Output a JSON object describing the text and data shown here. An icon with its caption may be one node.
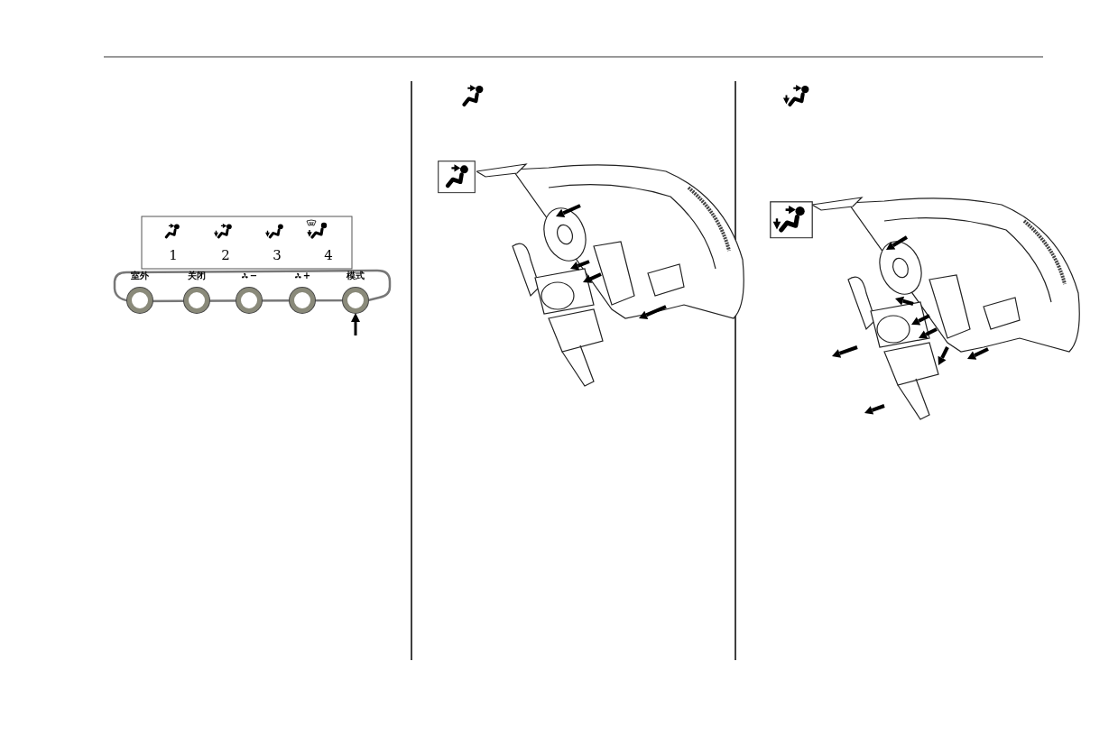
{
  "diagram": {
    "nodes": [
      {
        "text": [
          "室外"
        ]
      },
      {
        "text": [
          "关闭"
        ]
      },
      {
        "text": [
          "−"
        ]
      },
      {
        "text": [
          "+"
        ]
      },
      {
        "text": [
          "模式"
        ]
      }
    ],
    "edges": [
      {
        "from": null,
        "to": 4,
        "arrow": "to"
      }
    ],
    "labels": [
      "1",
      "2",
      "3",
      "4"
    ]
  }
}
